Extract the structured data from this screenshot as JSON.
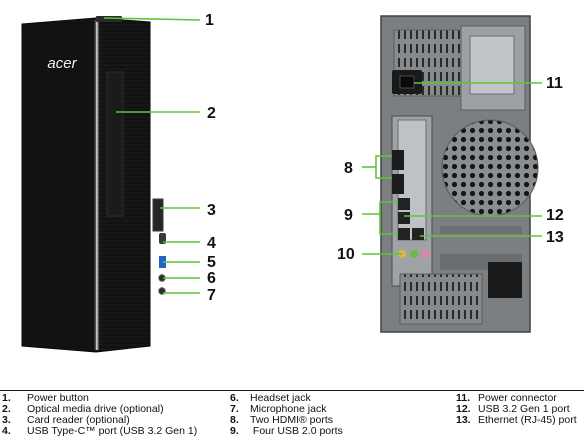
{
  "brand_logo": "acer",
  "callouts_front": [
    "1",
    "2",
    "3",
    "4",
    "5",
    "6",
    "7"
  ],
  "callouts_rear": [
    "8",
    "9",
    "10",
    "11",
    "12",
    "13"
  ],
  "colors": {
    "line": "#5fc43a",
    "case": "#151515",
    "rear_panel": "#7d8184"
  },
  "legend": {
    "col1": [
      {
        "num": "1.",
        "text": "Power button"
      },
      {
        "num": "2.",
        "text": "Optical media drive (optional)"
      },
      {
        "num": "3.",
        "text": "Card reader (optional)"
      },
      {
        "num": "4.",
        "text": "USB Type-C™ port (USB 3.2 Gen 1)"
      }
    ],
    "col2": [
      {
        "num": "6.",
        "text": "Headset jack"
      },
      {
        "num": "7.",
        "text": "Microphone jack"
      },
      {
        "num": "8.",
        "text": "Two HDMI® ports"
      },
      {
        "num": "9.",
        "text": " Four USB 2.0 ports"
      }
    ],
    "col3": [
      {
        "num": "11.",
        "text": "Power connector"
      },
      {
        "num": "12.",
        "text": "USB 3.2 Gen 1 port"
      },
      {
        "num": "13.",
        "text": "Ethernet (RJ-45) port"
      }
    ]
  }
}
